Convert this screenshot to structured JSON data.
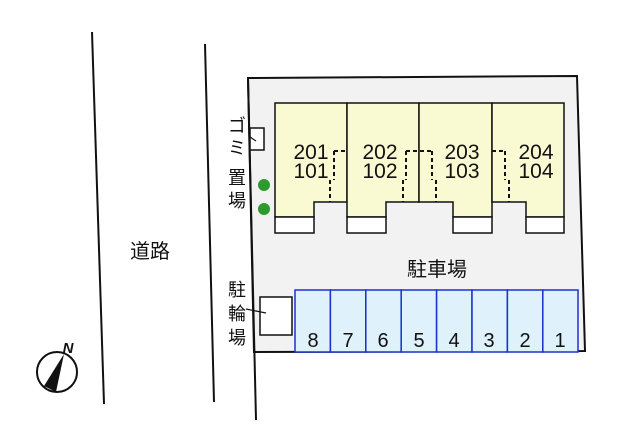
{
  "road": {
    "label": "道路"
  },
  "lot": {
    "fill": "#f2f2f2",
    "parking_label": "駐車場"
  },
  "garbage_area": {
    "label_chars": [
      "ゴ",
      "ミ",
      "置",
      "場"
    ]
  },
  "bicycle_parking": {
    "label_chars": [
      "駐",
      "輪",
      "場"
    ]
  },
  "units": [
    {
      "upper": "201",
      "lower": "101"
    },
    {
      "upper": "202",
      "lower": "102"
    },
    {
      "upper": "203",
      "lower": "103"
    },
    {
      "upper": "204",
      "lower": "104"
    }
  ],
  "parking_spaces": [
    "8",
    "7",
    "6",
    "5",
    "4",
    "3",
    "2",
    "1"
  ],
  "compass": {
    "label": "N",
    "icon": "north-arrow-icon"
  },
  "colors": {
    "unit_fill": "#fafad2",
    "parking_fill": "#dff1fb",
    "parking_border": "#1a33cc",
    "tree": "#2e9a2e",
    "line": "#111111"
  }
}
